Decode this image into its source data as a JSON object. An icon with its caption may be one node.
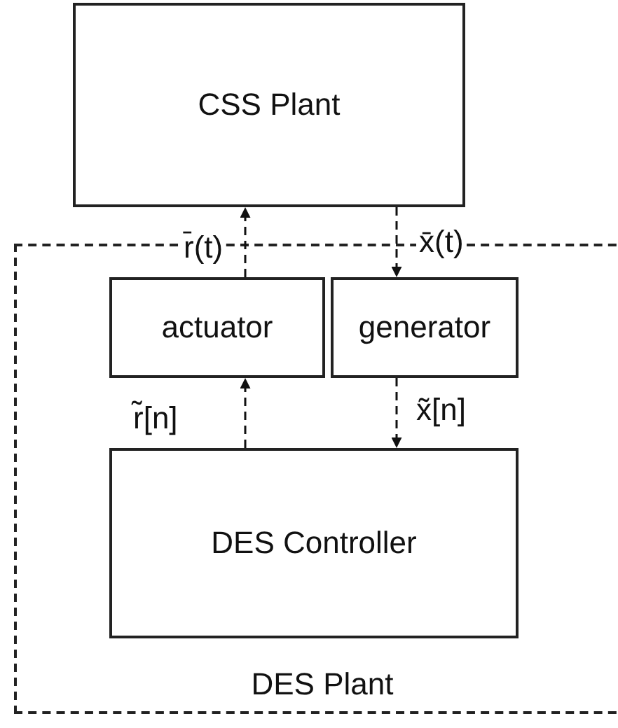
{
  "diagram": {
    "nodes": [
      {
        "text": [
          "CSS Plant"
        ]
      },
      {
        "text": [
          "DES Plant"
        ]
      },
      {
        "text": [
          "actuator"
        ],
        "in": 1
      },
      {
        "text": [
          "generator"
        ],
        "in": 1
      },
      {
        "text": [
          "DES Controller"
        ],
        "in": 1
      }
    ],
    "edges": [
      {
        "from": 2,
        "to": 0,
        "arrow": "to",
        "style": "dashed",
        "label": "r̄(t)"
      },
      {
        "from": 0,
        "to": 3,
        "arrow": "to",
        "style": "dashed",
        "label": "x̄(t)"
      },
      {
        "from": 4,
        "to": 2,
        "arrow": "to",
        "style": "dashed",
        "label": "r̃[n]"
      },
      {
        "from": 3,
        "to": 4,
        "arrow": "to",
        "style": "dashed",
        "label": "x̃[n]"
      }
    ]
  }
}
